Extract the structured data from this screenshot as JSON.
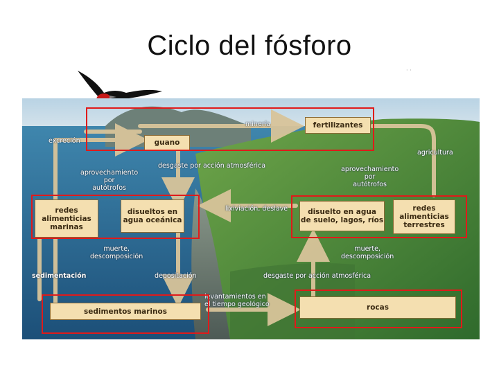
{
  "slide": {
    "title": "Ciclo del fósforo"
  },
  "boxes": {
    "guano": "guano",
    "fertilizantes": "fertilizantes",
    "redes_marinas": "redes\nalimenticias\nmarinas",
    "disueltos_oceanica": "disueltos en\nagua oceánica",
    "disuelto_suelo": "disuelto en agua\nde suelo, lagos, ríos",
    "redes_terrestres": "redes\nalimenticias\nterrestres",
    "sedimentos_marinos": "sedimentos marinos",
    "rocas": "rocas"
  },
  "labels": {
    "mineria": "minería",
    "excrecion": "excreción",
    "agricultura": "agricultura",
    "desgaste_top": "desgaste por acción atmosférica",
    "aprov_left": "aprovechamiento\npor\nautótrofos",
    "aprov_right": "aprovechamiento\npor\nautótrofos",
    "lixiviacion": "lixiviación, deslave",
    "muerte_left": "muerte,\ndescomposición",
    "muerte_right": "muerte,\ndescomposición",
    "sedimentacion": "sedimentación",
    "depositacion": "depositación",
    "desgaste_bottom": "desgaste por acción atmosférica",
    "levantamientos": "levantamientos en\nel tiempo geológico"
  },
  "colors": {
    "arrow": "#d8c49a",
    "box_fill": "#f4dfb0",
    "highlight": "#e01a1a",
    "sea": "#2e6f97",
    "land": "#4f8a3a"
  }
}
